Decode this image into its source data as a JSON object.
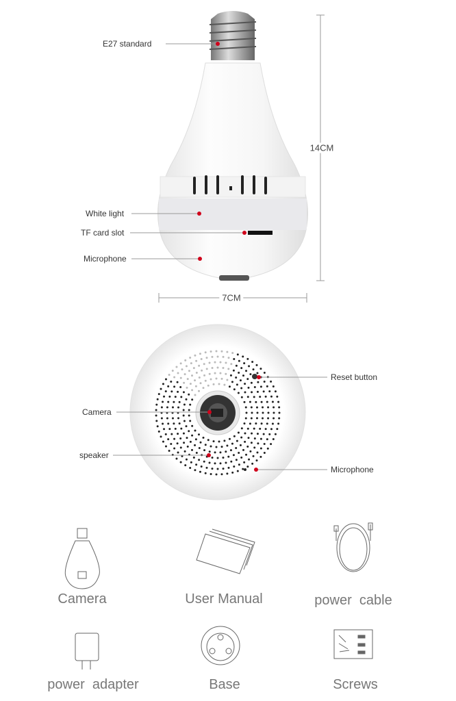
{
  "side_view": {
    "labels": {
      "e27": "E27 standard",
      "white_light": "White light",
      "tf_card": "TF card slot",
      "microphone": "Microphone"
    },
    "height": "14CM",
    "width": "7CM"
  },
  "bottom_view": {
    "labels": {
      "reset": "Reset button",
      "camera": "Camera",
      "speaker": "speaker",
      "microphone": "Microphone"
    }
  },
  "accessories": [
    {
      "label": "Camera",
      "icon": "bulb-camera-icon"
    },
    {
      "label": "User Manual",
      "icon": "manual-icon"
    },
    {
      "label": "power  cable",
      "icon": "cable-icon"
    },
    {
      "label": "power  adapter",
      "icon": "adapter-icon"
    },
    {
      "label": "Base",
      "icon": "base-icon"
    },
    {
      "label": "Screws",
      "icon": "screws-icon"
    }
  ],
  "colors": {
    "marker": "#d0021b",
    "line": "#999999",
    "text": "#333333"
  }
}
